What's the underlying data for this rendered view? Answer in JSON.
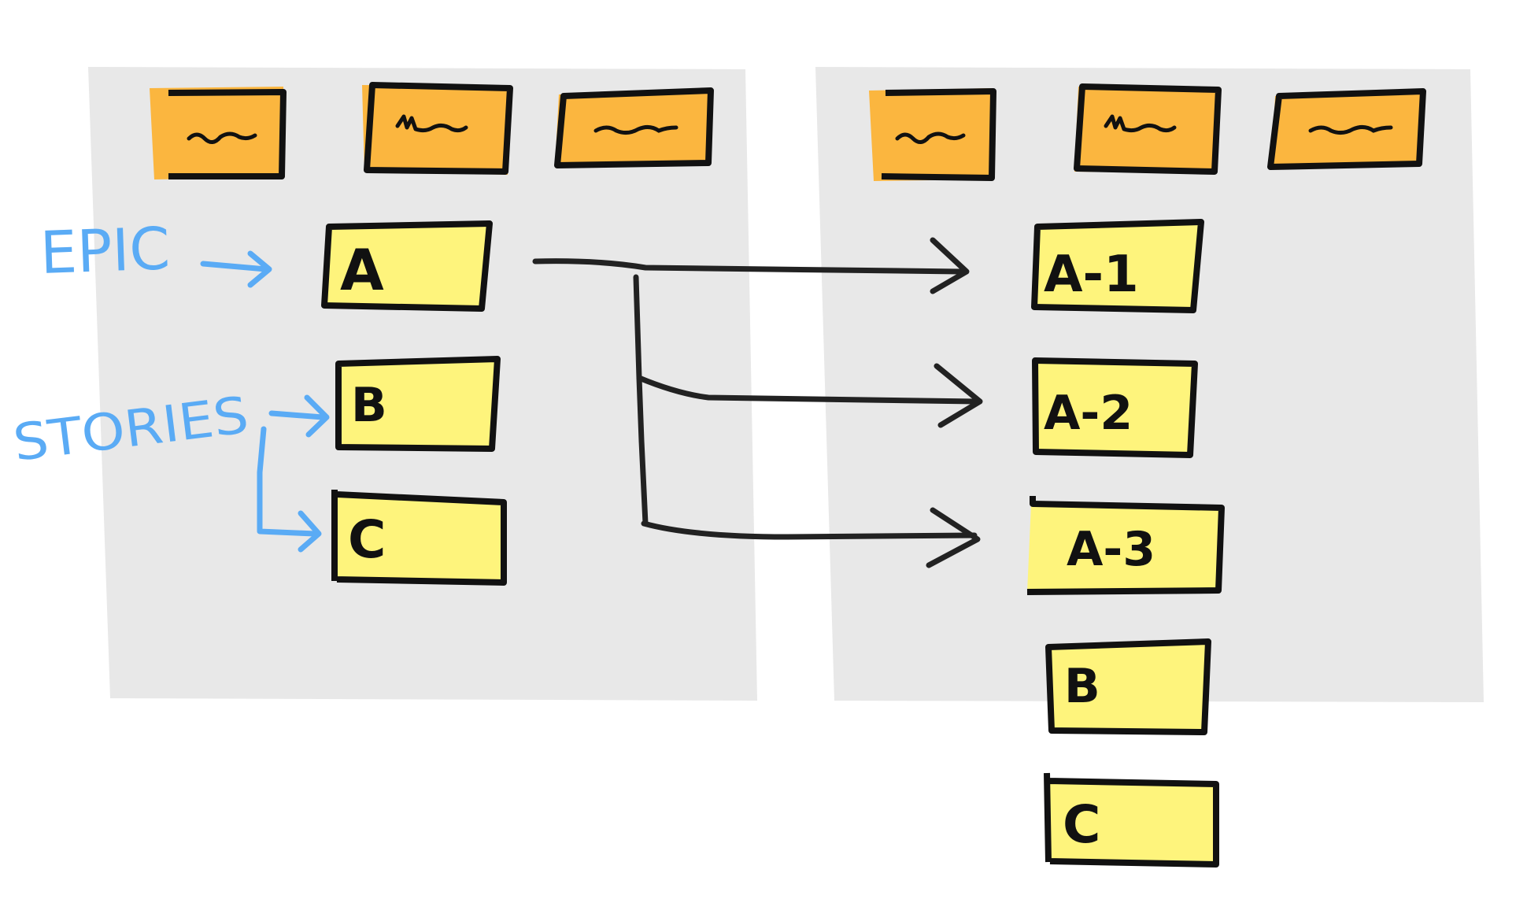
{
  "colors": {
    "board": "#e8e8e8",
    "header_card": "#fbb63f",
    "story_card": "#fef47c",
    "ink": "#111111",
    "annotation": "#5aabf5"
  },
  "annotations": {
    "epic": "EPIC",
    "stories": "STORIES"
  },
  "left_board": {
    "header_icons": [
      "squiggle",
      "squiggle",
      "squiggle"
    ],
    "cards": [
      {
        "label": "A",
        "kind": "epic"
      },
      {
        "label": "B",
        "kind": "story"
      },
      {
        "label": "C",
        "kind": "story"
      }
    ]
  },
  "right_board": {
    "header_icons": [
      "squiggle",
      "squiggle",
      "squiggle"
    ],
    "cards": [
      {
        "label": "A-1",
        "kind": "story"
      },
      {
        "label": "A-2",
        "kind": "story"
      },
      {
        "label": "A-3",
        "kind": "story"
      },
      {
        "label": "B",
        "kind": "story"
      },
      {
        "label": "C",
        "kind": "story"
      }
    ]
  },
  "connections": [
    {
      "from": "A",
      "to": "A-1"
    },
    {
      "from": "A",
      "to": "A-2"
    },
    {
      "from": "A",
      "to": "A-3"
    }
  ]
}
